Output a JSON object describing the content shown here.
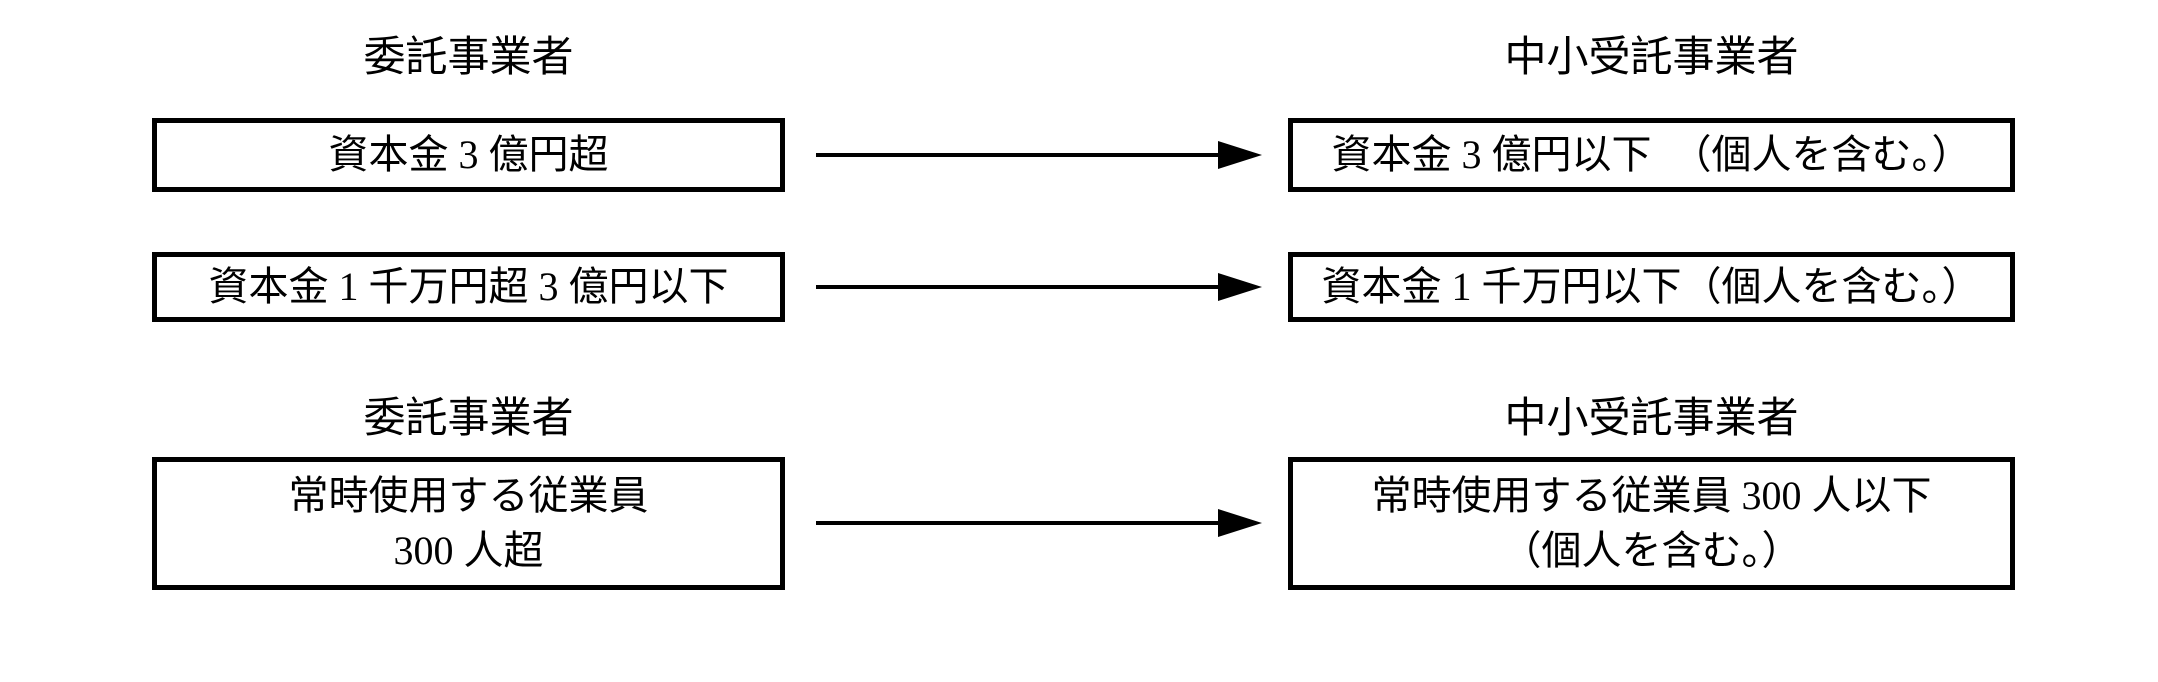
{
  "diagram": {
    "row1": {
      "left_heading": "委託事業者",
      "right_heading": "中小受託事業者",
      "left_box": "資本金 3 億円超",
      "right_box": "資本金 3 億円以下　（個人を含む。）"
    },
    "row2": {
      "left_box": "資本金 1 千万円超 3 億円以下",
      "right_box": "資本金 1 千万円以下（個人を含む。）"
    },
    "row3": {
      "left_heading": "委託事業者",
      "right_heading": "中小受託事業者",
      "left_box_line1": "常時使用する従業員",
      "left_box_line2": "300 人超",
      "right_box_line1": "常時使用する従業員 300 人以下",
      "right_box_line2": "（個人を含む。）"
    },
    "colors": {
      "ink": "#000000",
      "background": "#ffffff"
    }
  }
}
